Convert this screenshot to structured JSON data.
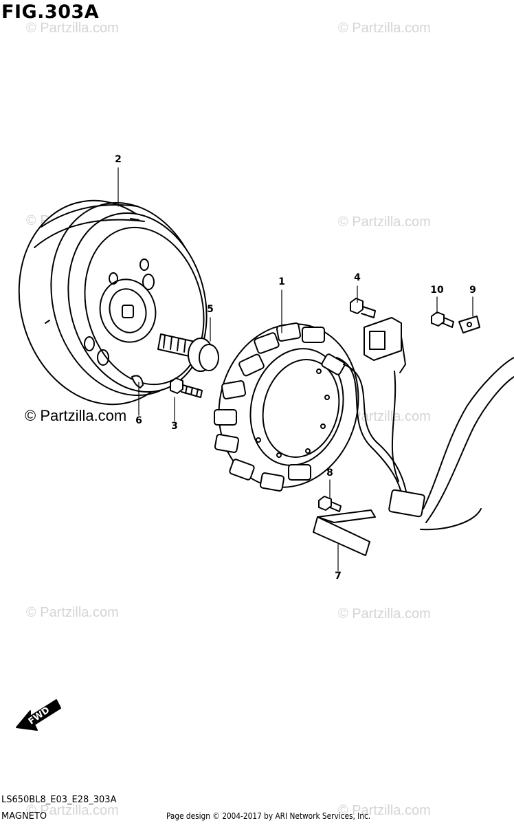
{
  "figure": {
    "title": "FIG.303A"
  },
  "watermarks": {
    "text": "© Partzilla.com",
    "prominent": "© Partzilla.com"
  },
  "callouts": {
    "c1": "1",
    "c2": "2",
    "c3": "3",
    "c4": "4",
    "c5": "5",
    "c6": "6",
    "c7": "7",
    "c8": "8",
    "c9": "9",
    "c10": "10"
  },
  "direction_arrow": {
    "label": "FWD"
  },
  "footer": {
    "model_code": "LS650BL8_E03_E28_303A",
    "section_name": "MAGNETO",
    "copyright": "Page design © 2004-2017 by ARI Network Services, Inc."
  }
}
